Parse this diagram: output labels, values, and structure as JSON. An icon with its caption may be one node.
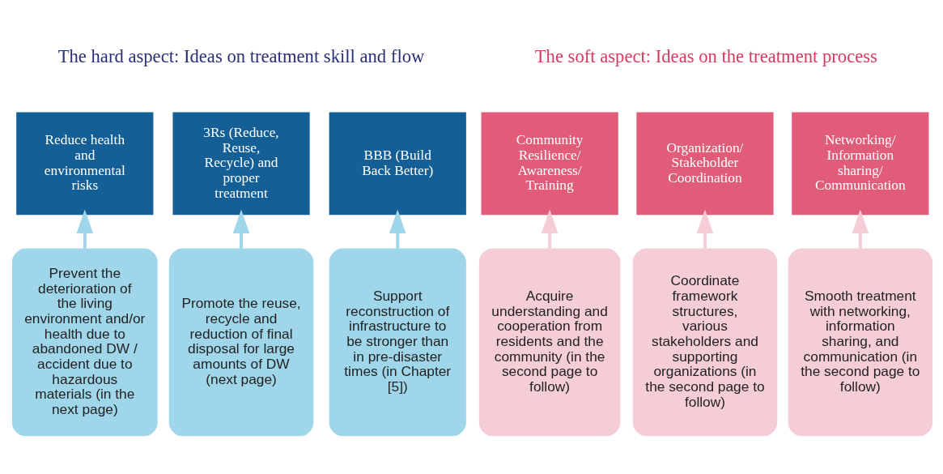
{
  "diagram": {
    "nodes": [
      {
        "text": [
          "Reduce health and environmental risks"
        ]
      },
      {
        "text": [
          "3Rs (Reduce, Reuse, Recycle) and proper treatment"
        ]
      },
      {
        "text": [
          "BBB (Build Back Better)"
        ]
      },
      {
        "text": [
          "Community Resilience/ Awareness/ Training"
        ]
      },
      {
        "text": [
          "Organization/ Stakeholder Coordination"
        ]
      },
      {
        "text": [
          "Networking/ Information sharing/ Communication"
        ]
      },
      {
        "text": [
          "Prevent the deterioration of the living environment and/or health due to abandoned DW / accident due to hazardous materials (in the next page)"
        ]
      },
      {
        "text": [
          "Promote the reuse, recycle and reduction of final disposal for large amounts of DW (next page)"
        ]
      },
      {
        "text": [
          "Support reconstruction of infrastructure to be stronger than in pre-disaster times (in Chapter [5])"
        ]
      },
      {
        "text": [
          "Acquire understanding and cooperation from residents and the community (in the second page to follow)"
        ]
      },
      {
        "text": [
          "Coordinate framework structures, various stakeholders and supporting organizations (in the second page to follow)"
        ]
      },
      {
        "text": [
          "Smooth treatment with networking, information sharing, and communication (in the second page to follow)"
        ]
      }
    ],
    "edges": [
      {
        "from": 6,
        "to": 0,
        "arrow": "to"
      },
      {
        "from": 7,
        "to": 1,
        "arrow": "to"
      },
      {
        "from": 8,
        "to": 2,
        "arrow": "to"
      },
      {
        "from": 9,
        "to": 3,
        "arrow": "to"
      },
      {
        "from": 10,
        "to": 4,
        "arrow": "to"
      },
      {
        "from": 11,
        "to": 5,
        "arrow": "to"
      }
    ],
    "labels": [
      "The hard aspect: Ideas on treatment skill and flow",
      "The soft aspect: Ideas on the treatment process"
    ]
  }
}
